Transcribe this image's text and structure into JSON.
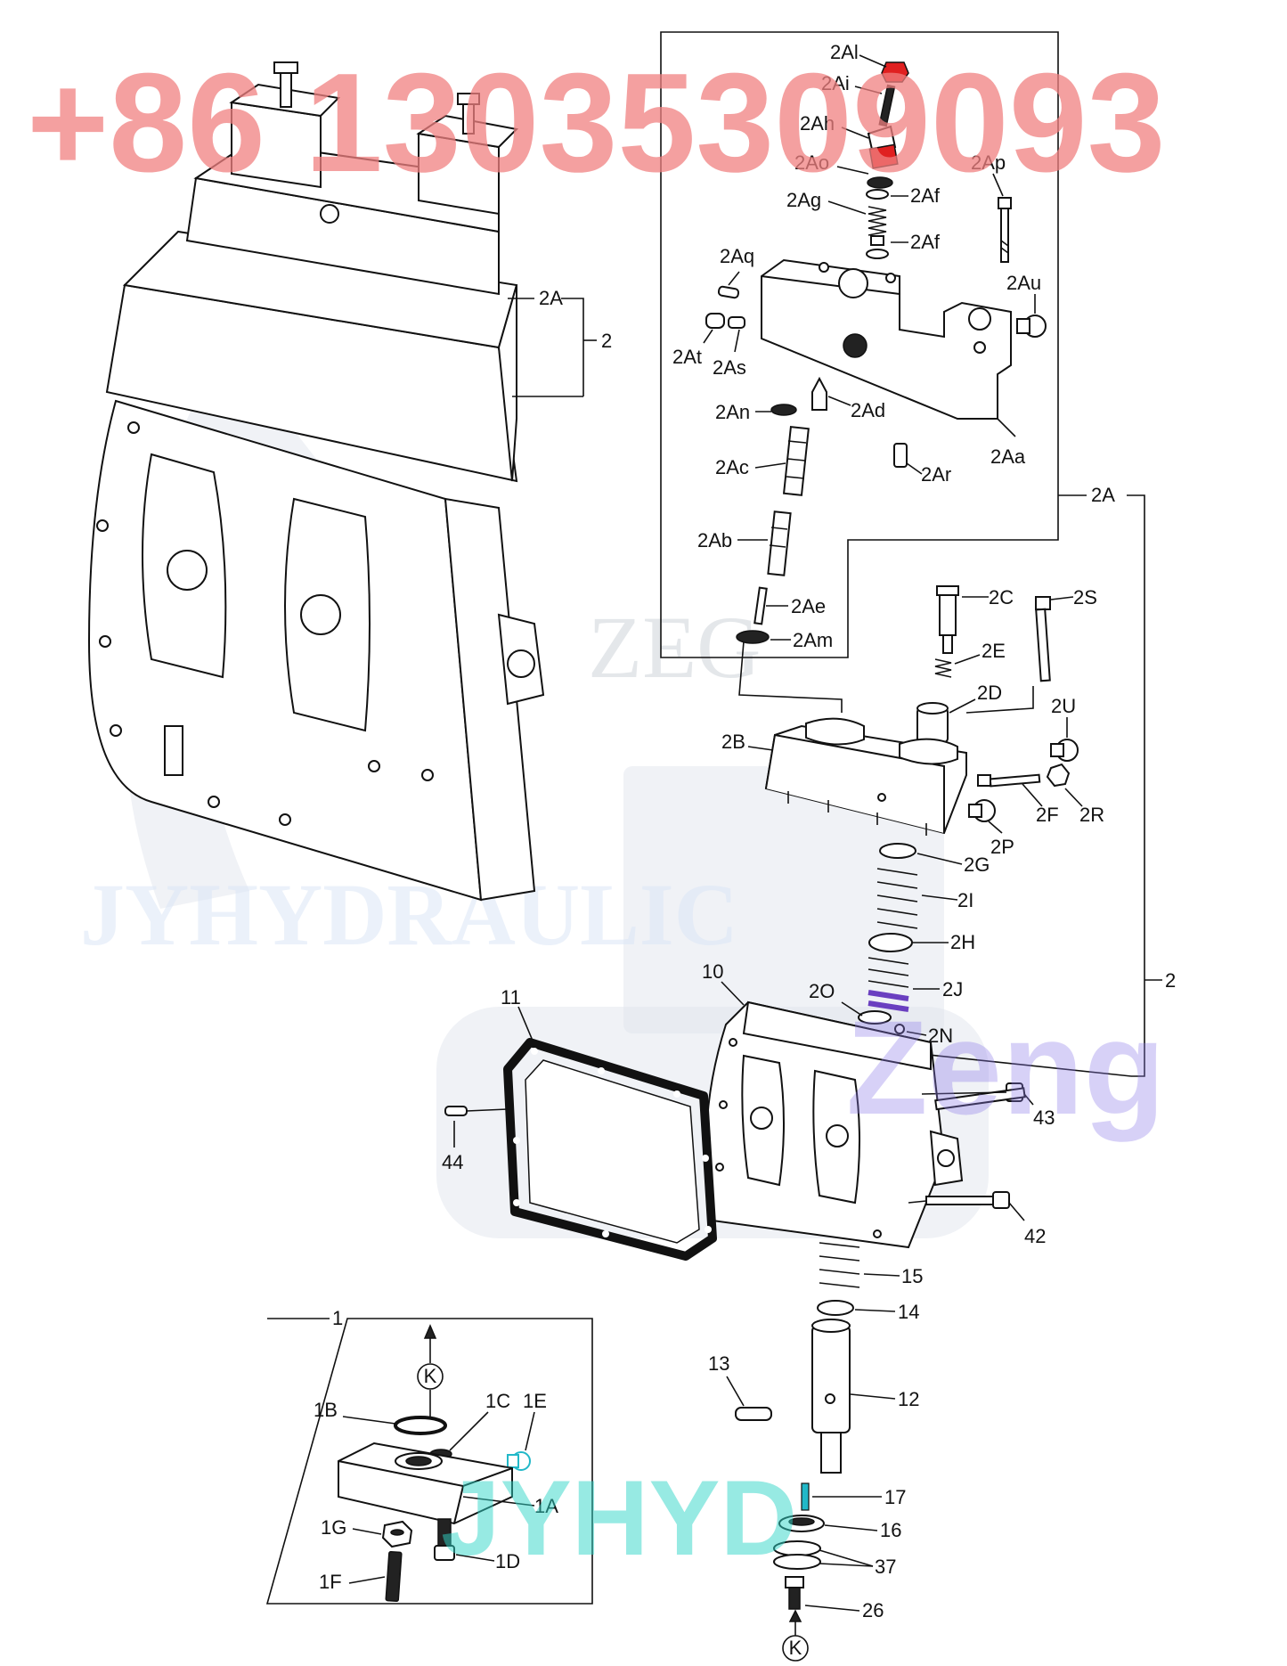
{
  "watermarks": {
    "phone": "+86 13035309093",
    "brand": "Zeng",
    "company": "JYHYD"
  },
  "colors": {
    "phone_watermark": "#f08080",
    "brand_watermark": "#8c7be8",
    "company_watermark": "#30d5c8",
    "highlight_red": "#e02020",
    "highlight_purple": "#6a3fc0",
    "highlight_cyan": "#22b8c8"
  },
  "labels": {
    "l2Al": "2Al",
    "l2Ai": "2Ai",
    "l2Ah": "2Ah",
    "l2Ao": "2Ao",
    "l2Ap": "2Ap",
    "l2Ag": "2Ag",
    "l2Af_a": "2Af",
    "l2Af_b": "2Af",
    "l2Aq": "2Aq",
    "l2Au": "2Au",
    "l2At": "2At",
    "l2As": "2As",
    "l2An": "2An",
    "l2Ad": "2Ad",
    "l2Ar": "2Ar",
    "l2Aa": "2Aa",
    "l2Ac": "2Ac",
    "l2Ab": "2Ab",
    "l2Ae": "2Ae",
    "l2Am": "2Am",
    "l2A_main": "2A",
    "l2A_right": "2A",
    "l2_main": "2",
    "l2_right": "2",
    "l2C": "2C",
    "l2S": "2S",
    "l2E": "2E",
    "l2D": "2D",
    "l2U": "2U",
    "l2B": "2B",
    "l2F": "2F",
    "l2R": "2R",
    "l2P": "2P",
    "l2G": "2G",
    "l2I": "2I",
    "l2H": "2H",
    "l2J": "2J",
    "l2O": "2O",
    "l2N": "2N",
    "l10": "10",
    "l11": "11",
    "l43": "43",
    "l44": "44",
    "l42": "42",
    "l15": "15",
    "l14": "14",
    "l13": "13",
    "l12": "12",
    "l17": "17",
    "l16": "16",
    "l37": "37",
    "l26": "26",
    "l1": "1",
    "l1B": "1B",
    "l1C": "1C",
    "l1E": "1E",
    "l1A": "1A",
    "l1G": "1G",
    "l1D": "1D",
    "l1F": "1F",
    "kTop": "K",
    "kBottom": "K"
  }
}
